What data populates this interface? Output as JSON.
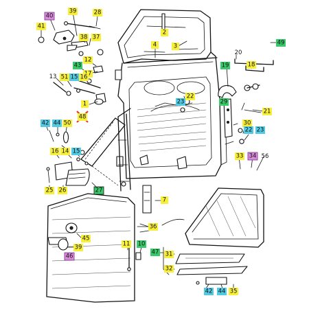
{
  "colors": {
    "yellow": "#f7ef3a",
    "green": "#39c86a",
    "cyan": "#53c9e2",
    "pink": "#d88bd9",
    "red": "#e0372b"
  },
  "callouts": [
    {
      "id": "c28",
      "text": "28",
      "hl": "yellow"
    },
    {
      "id": "c40",
      "text": "40",
      "hl": "pink"
    },
    {
      "id": "c41",
      "text": "41",
      "hl": "yellow"
    },
    {
      "id": "c39top",
      "text": "39",
      "hl": "yellow"
    },
    {
      "id": "c38",
      "text": "38",
      "hl": "yellow"
    },
    {
      "id": "c37",
      "text": "37",
      "hl": "yellow"
    },
    {
      "id": "c12",
      "text": "12",
      "hl": "yellow"
    },
    {
      "id": "c2",
      "text": "2",
      "hl": "yellow"
    },
    {
      "id": "c3",
      "text": "3",
      "hl": "yellow"
    },
    {
      "id": "c4",
      "text": "4",
      "hl": "yellow"
    },
    {
      "id": "c49",
      "text": "49",
      "hl": "green"
    },
    {
      "id": "c20",
      "text": "20",
      "hl": "none"
    },
    {
      "id": "c19",
      "text": "19",
      "hl": "green"
    },
    {
      "id": "c18",
      "text": "18",
      "hl": "yellow"
    },
    {
      "id": "c43",
      "text": "43",
      "hl": "green"
    },
    {
      "id": "c17",
      "text": "17",
      "hl": "yellow"
    },
    {
      "id": "c13",
      "text": "13",
      "hl": "none"
    },
    {
      "id": "c51",
      "text": "51",
      "hl": "yellow"
    },
    {
      "id": "c15top",
      "text": "15",
      "hl": "cyan"
    },
    {
      "id": "c16top",
      "text": "16",
      "hl": "yellow"
    },
    {
      "id": "c23top",
      "text": "23",
      "hl": "cyan"
    },
    {
      "id": "c22top",
      "text": "22",
      "hl": "yellow"
    },
    {
      "id": "c29",
      "text": "29",
      "hl": "green"
    },
    {
      "id": "c21",
      "text": "21",
      "hl": "yellow"
    },
    {
      "id": "c1",
      "text": "1",
      "hl": "yellow"
    },
    {
      "id": "c48",
      "text": "48",
      "hl": "red"
    },
    {
      "id": "c42a",
      "text": "42",
      "hl": "cyan"
    },
    {
      "id": "c44a",
      "text": "44",
      "hl": "cyan"
    },
    {
      "id": "c50",
      "text": "50",
      "hl": "yellow"
    },
    {
      "id": "c30",
      "text": "30",
      "hl": "yellow"
    },
    {
      "id": "c22b",
      "text": "22",
      "hl": "cyan"
    },
    {
      "id": "c23b",
      "text": "23",
      "hl": "cyan"
    },
    {
      "id": "c16b",
      "text": "16",
      "hl": "yellow"
    },
    {
      "id": "c14",
      "text": "14",
      "hl": "yellow"
    },
    {
      "id": "c15b",
      "text": "15",
      "hl": "cyan"
    },
    {
      "id": "c33",
      "text": "33",
      "hl": "yellow"
    },
    {
      "id": "c34",
      "text": "34",
      "hl": "pink"
    },
    {
      "id": "c56",
      "text": "56",
      "hl": "none"
    },
    {
      "id": "c25",
      "text": "25",
      "hl": "yellow"
    },
    {
      "id": "c26",
      "text": "26",
      "hl": "yellow"
    },
    {
      "id": "c27",
      "text": "27",
      "hl": "green"
    },
    {
      "id": "c7",
      "text": "7",
      "hl": "yellow"
    },
    {
      "id": "c36",
      "text": "36",
      "hl": "yellow"
    },
    {
      "id": "c45",
      "text": "45",
      "hl": "yellow"
    },
    {
      "id": "c39b",
      "text": "39",
      "hl": "yellow"
    },
    {
      "id": "c46",
      "text": "46",
      "hl": "pink"
    },
    {
      "id": "c11",
      "text": "11",
      "hl": "yellow"
    },
    {
      "id": "c10",
      "text": "10",
      "hl": "green"
    },
    {
      "id": "c47",
      "text": "47",
      "hl": "green"
    },
    {
      "id": "c31",
      "text": "31",
      "hl": "yellow"
    },
    {
      "id": "c32",
      "text": "32",
      "hl": "yellow"
    },
    {
      "id": "c42b",
      "text": "42",
      "hl": "cyan"
    },
    {
      "id": "c44b",
      "text": "44",
      "hl": "cyan"
    },
    {
      "id": "c35",
      "text": "35",
      "hl": "yellow"
    }
  ]
}
